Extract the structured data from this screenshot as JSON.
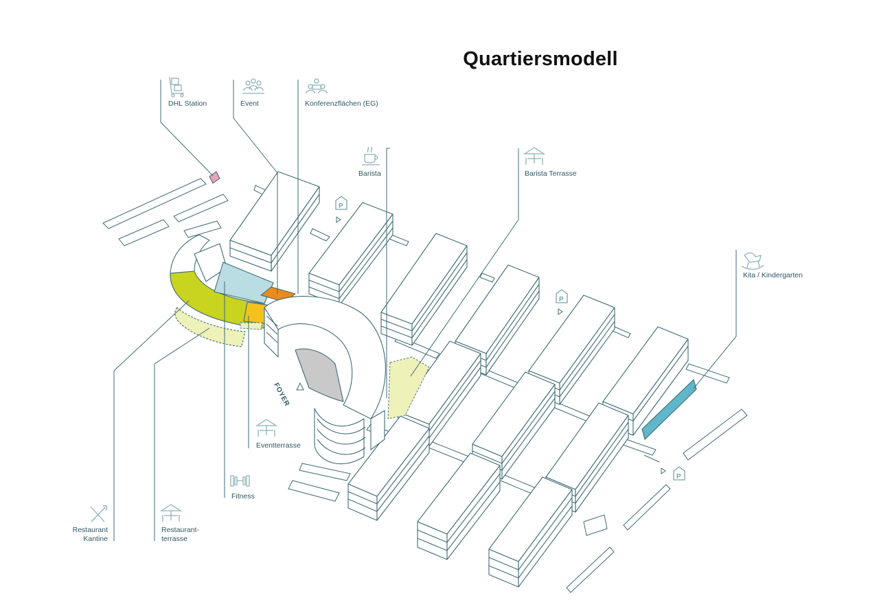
{
  "title": "Quartiersmodell",
  "labels": {
    "dhl_station": "DHL Station",
    "event": "Event",
    "konferenz": "Konferenzflächen (EG)",
    "barista": "Barista",
    "barista_terrasse": "Barista Terrasse",
    "kita": "Kita / Kindergarten",
    "foyer": "FOYER",
    "eventterrasse": "Eventterrasse",
    "fitness": "Fitness",
    "restaurant_line1": "Restaurant",
    "restaurant_line2": "Kantine",
    "restaurantterrasse_line1": "Restaurant-",
    "restaurantterrasse_line2": "terrasse"
  },
  "icons": {
    "dhl_station": "parcel-trolley-icon",
    "event": "audience-icon",
    "konferenz": "conference-icon",
    "barista": "coffee-cup-icon",
    "barista_terrasse": "terrace-umbrella-icon",
    "kita": "rocking-horse-icon",
    "eventterrasse": "terrace-umbrella-icon",
    "fitness": "dumbbell-icon",
    "restaurant": "cutlery-icon",
    "restaurantterrasse": "terrace-umbrella-icon",
    "parking": "parking-icon"
  },
  "colors": {
    "outline": "#3e6a75",
    "restaurant": "#c8d41f",
    "terrace": "#eef1b8",
    "fitness": "#b9dde2",
    "event": "#f3c21d",
    "conference": "#e98c1d",
    "foyer": "#c9c9c9",
    "kita": "#5fb7c9",
    "dhl": "#e6a4b5",
    "label_text": "#2f5662"
  }
}
